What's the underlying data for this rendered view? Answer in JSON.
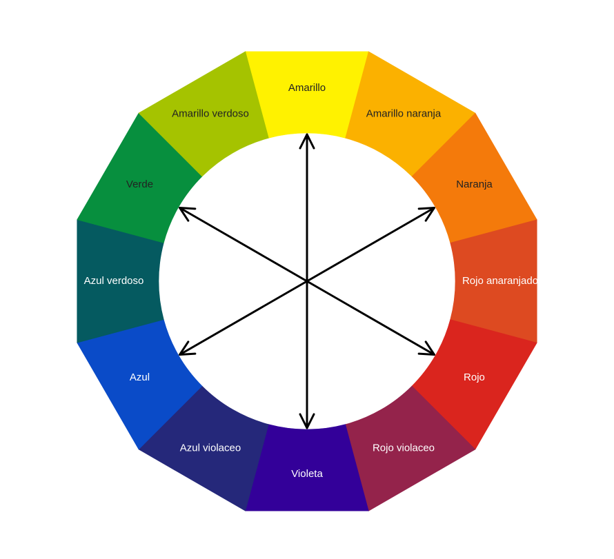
{
  "segments": [
    {
      "label": "Amarillo",
      "color": "#FFF200",
      "text_color": "#222222"
    },
    {
      "label": "Amarillo naranja",
      "color": "#FBB100",
      "text_color": "#222222"
    },
    {
      "label": "Naranja",
      "color": "#F47A0B",
      "text_color": "#222222"
    },
    {
      "label": "Rojo anaranjado",
      "color": "#DD4A21",
      "text_color": "#ffffff"
    },
    {
      "label": "Rojo",
      "color": "#DA251E",
      "text_color": "#ffffff"
    },
    {
      "label": "Rojo violaceo",
      "color": "#94234B",
      "text_color": "#ffffff"
    },
    {
      "label": "Violeta",
      "color": "#330099",
      "text_color": "#ffffff"
    },
    {
      "label": "Azul violaceo",
      "color": "#25287A",
      "text_color": "#ffffff"
    },
    {
      "label": "Azul",
      "color": "#0A4BC8",
      "text_color": "#ffffff"
    },
    {
      "label": "Azul verdoso",
      "color": "#055A60",
      "text_color": "#ffffff"
    },
    {
      "label": "Verde",
      "color": "#078F3E",
      "text_color": "#222222"
    },
    {
      "label": "Amarillo verdoso",
      "color": "#A5C300",
      "text_color": "#222222"
    }
  ],
  "arrow_color": "#000000",
  "background_color": "#ffffff"
}
